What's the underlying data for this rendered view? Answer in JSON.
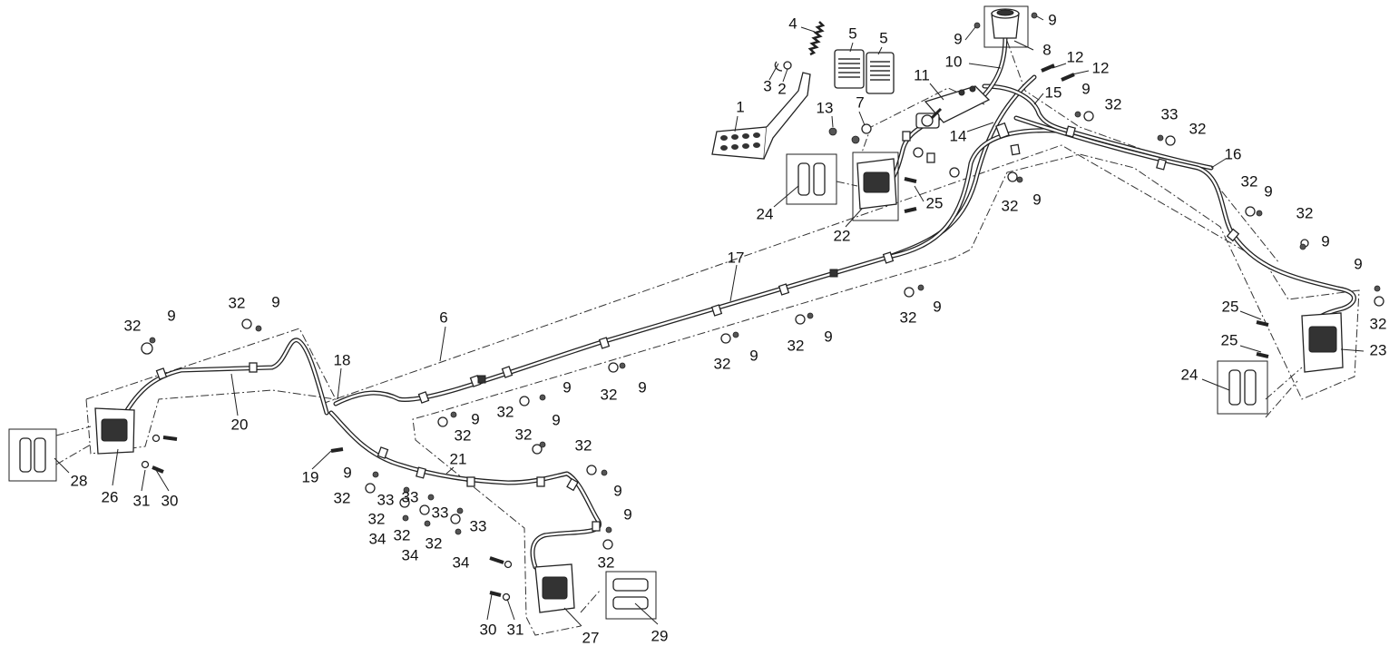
{
  "callouts": [
    "1",
    "2",
    "3",
    "4",
    "5",
    "5",
    "6",
    "7",
    "8",
    "9",
    "9",
    "10",
    "11",
    "12",
    "12",
    "13",
    "14",
    "15",
    "16",
    "17",
    "18",
    "19",
    "20",
    "21",
    "22",
    "23",
    "24",
    "24",
    "25",
    "25",
    "25",
    "26",
    "27",
    "28",
    "29",
    "30",
    "30",
    "31",
    "31",
    "32",
    "33",
    "34",
    "9",
    "9",
    "9",
    "9",
    "9",
    "9",
    "9",
    "9",
    "9",
    "9",
    "9",
    "9",
    "9",
    "9",
    "9",
    "32",
    "32",
    "32",
    "32",
    "32",
    "32",
    "32",
    "32",
    "32",
    "32",
    "32",
    "32",
    "32",
    "32",
    "32",
    "32",
    "32",
    "32",
    "32",
    "32",
    "33",
    "33",
    "33",
    "33",
    "34",
    "34",
    "32"
  ],
  "icons": [
    "brake-pedal-icon",
    "spring-icon",
    "pad-kit-icon",
    "caliper-icon",
    "reservoir-icon",
    "master-cylinder-icon",
    "hose-clip-icon",
    "bolt-icon",
    "banjo-bolt-icon",
    "washer-icon"
  ]
}
